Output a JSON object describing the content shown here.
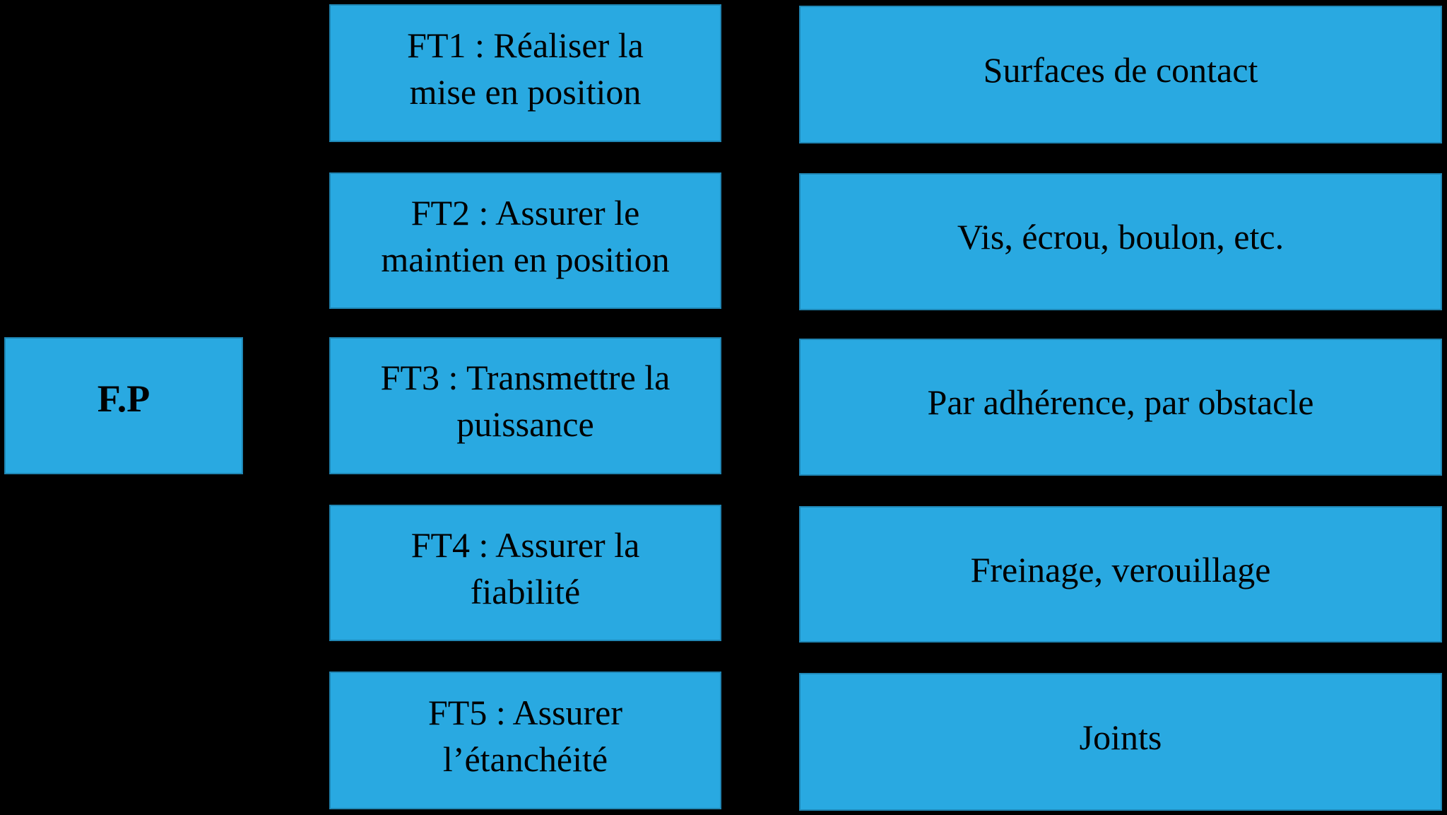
{
  "diagram": {
    "type": "FAST functional analysis",
    "colors": {
      "box_fill": "#29A9E1",
      "background": "#000000",
      "text": "#000000"
    },
    "main_function": {
      "label": "F.P"
    },
    "technical_functions": [
      {
        "label": "FT1 : Réaliser la\nmise en position"
      },
      {
        "label": "FT2 : Assurer le\nmaintien en position"
      },
      {
        "label": "FT3 : Transmettre la\npuissance"
      },
      {
        "label": "FT4 : Assurer la\nfiabilité"
      },
      {
        "label": "FT5 : Assurer\nl’étanchéité"
      }
    ],
    "solutions": [
      {
        "label": "Surfaces de contact"
      },
      {
        "label": "Vis, écrou, boulon, etc."
      },
      {
        "label": "Par adhérence, par obstacle"
      },
      {
        "label": "Freinage, verouillage"
      },
      {
        "label": "Joints"
      }
    ]
  }
}
